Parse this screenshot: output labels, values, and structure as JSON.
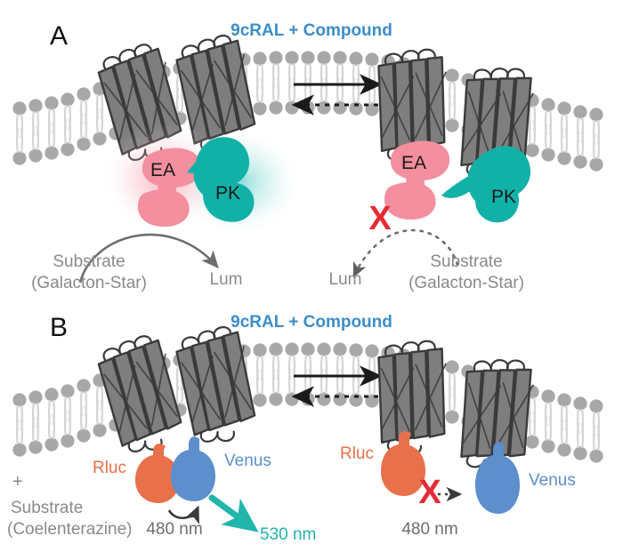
{
  "figure": {
    "type": "scientific-diagram",
    "description": "Two-panel schematic of GPCR dimer dissociation assays upon 9cRAL plus compound treatment",
    "background": "#ffffff"
  },
  "colors": {
    "title_blue": "#3C8DC8",
    "ea_pink": "#F48FA0",
    "pk_teal": "#12B1A8",
    "rluc_orange": "#E8704A",
    "venus_blue": "#5C8FCC",
    "x_red": "#E52B35",
    "nm530_teal": "#22B5AC",
    "gray_text": "#8A8A8A",
    "membrane_gray": "#A8A8A8",
    "helix_fill": "#7E7E7E",
    "helix_stroke": "#3A3A3A",
    "panel_letter": "#111111",
    "arrow_black": "#1A1A1A"
  },
  "panels": [
    {
      "id": "A",
      "letter": "A",
      "title": "9cRAL + Compound",
      "assay": "enzyme-complementation",
      "left_state": {
        "name": "dimer-associated",
        "blobs": [
          {
            "label": "EA",
            "color": "#F48FA0",
            "glow": true
          },
          {
            "label": "PK",
            "color": "#12B1A8",
            "glow": true
          }
        ],
        "reaction_arrow": "curved-solid",
        "input_label_line1": "Substrate",
        "input_label_line2": "(Galacton-Star)",
        "output_label": "Lum",
        "signal": "active"
      },
      "right_state": {
        "name": "dimer-dissociated",
        "blobs": [
          {
            "label": "EA",
            "color": "#F48FA0",
            "glow": false
          },
          {
            "label": "PK",
            "color": "#12B1A8",
            "glow": false
          }
        ],
        "reaction_arrow": "curved-dotted",
        "blocked": true,
        "block_marker": "X",
        "input_label_line1": "Substrate",
        "input_label_line2": "(Galacton-Star)",
        "output_label": "Lum",
        "signal": "blocked"
      },
      "equilibrium": {
        "forward_arrow": "solid",
        "reverse_arrow": "dotted"
      }
    },
    {
      "id": "B",
      "letter": "B",
      "title": "9cRAL + Compound",
      "assay": "bret",
      "left_state": {
        "name": "dimer-associated",
        "blobs": [
          {
            "label": "Rluc",
            "color": "#E8704A"
          },
          {
            "label": "Venus",
            "color": "#5C8FCC"
          }
        ],
        "substrate_plus": "+",
        "input_label_line1": "Substrate",
        "input_label_line2": "(Coelenterazine)",
        "donor_emission": "480 nm",
        "acceptor_emission": "530 nm",
        "transfer_arrow": "curved-solid",
        "emission_arrow": "thick-teal",
        "signal": "active"
      },
      "right_state": {
        "name": "dimer-dissociated",
        "blobs": [
          {
            "label": "Rluc",
            "color": "#E8704A"
          },
          {
            "label": "Venus",
            "color": "#5C8FCC"
          }
        ],
        "donor_emission": "480 nm",
        "blocked": true,
        "block_marker": "X",
        "transfer_arrow": "dotted-short",
        "signal": "blocked"
      },
      "equilibrium": {
        "forward_arrow": "solid",
        "reverse_arrow": "dotted"
      }
    }
  ]
}
